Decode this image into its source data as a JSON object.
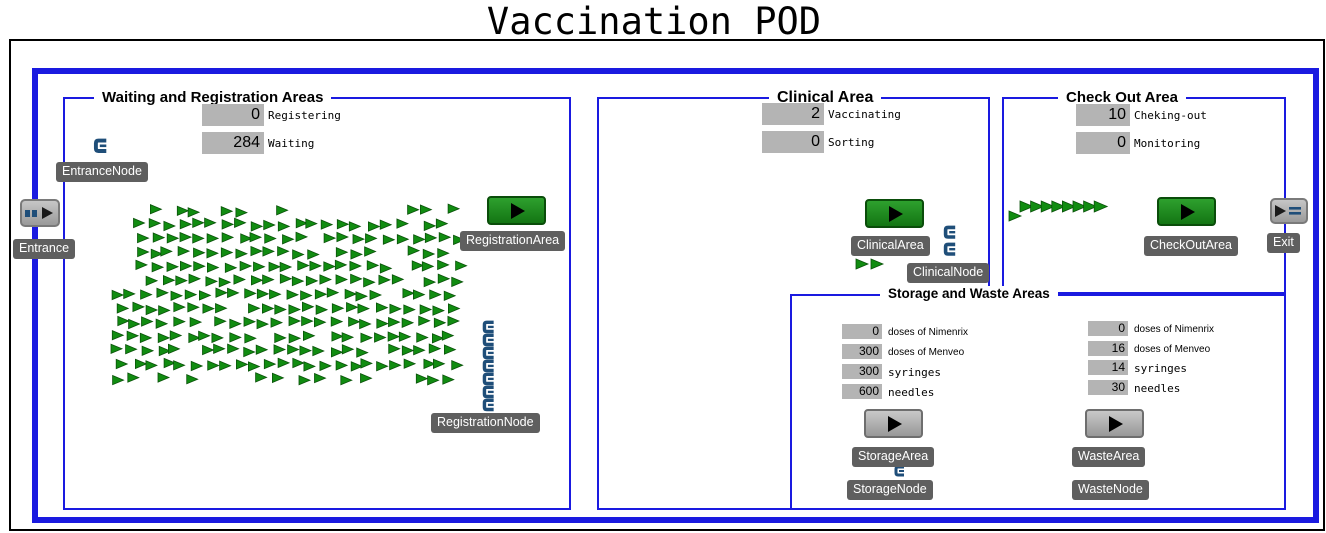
{
  "title": "Vaccination POD",
  "waiting_area": {
    "title": "Waiting and Registration Areas",
    "registering": {
      "value": "0",
      "label": "Registering"
    },
    "waiting": {
      "value": "284",
      "label": "Waiting"
    },
    "entrance_node": "EntranceNode",
    "entrance": "Entrance",
    "registration_area": "RegistrationArea",
    "registration_node": "RegistrationNode"
  },
  "clinical_area": {
    "title": "Clinical Area",
    "vaccinating": {
      "value": "2",
      "label": "Vaccinating"
    },
    "sorting": {
      "value": "0",
      "label": "Sorting"
    },
    "area": "ClinicalArea",
    "node": "ClinicalNode"
  },
  "checkout_area": {
    "title": "Check Out Area",
    "checking_out": {
      "value": "10",
      "label": "Cheking-out"
    },
    "monitoring": {
      "value": "0",
      "label": "Monitoring"
    },
    "area": "CheckOutArea",
    "exit": "Exit"
  },
  "storage_waste": {
    "title": "Storage and Waste Areas",
    "storage": {
      "rows": [
        {
          "value": "0",
          "label": "doses of Nimenrix"
        },
        {
          "value": "300",
          "label": "doses of Menveo"
        },
        {
          "value": "300",
          "label": "syringes"
        },
        {
          "value": "600",
          "label": "needles"
        }
      ],
      "area": "StorageArea",
      "node": "StorageNode"
    },
    "waste": {
      "rows": [
        {
          "value": "0",
          "label": "doses of Nimenrix"
        },
        {
          "value": "16",
          "label": "doses of Menveo"
        },
        {
          "value": "14",
          "label": "syringes"
        },
        {
          "value": "30",
          "label": "needles"
        }
      ],
      "area": "WasteArea",
      "node": "WasteNode"
    }
  },
  "colors": {
    "blue": "#1a1ae0",
    "green": "#118c11",
    "green_dark": "#0a520a",
    "badge_bg": "#5f5f5f",
    "counter_bg": "#b4b4b4",
    "node_blue": "#1f4e79"
  }
}
